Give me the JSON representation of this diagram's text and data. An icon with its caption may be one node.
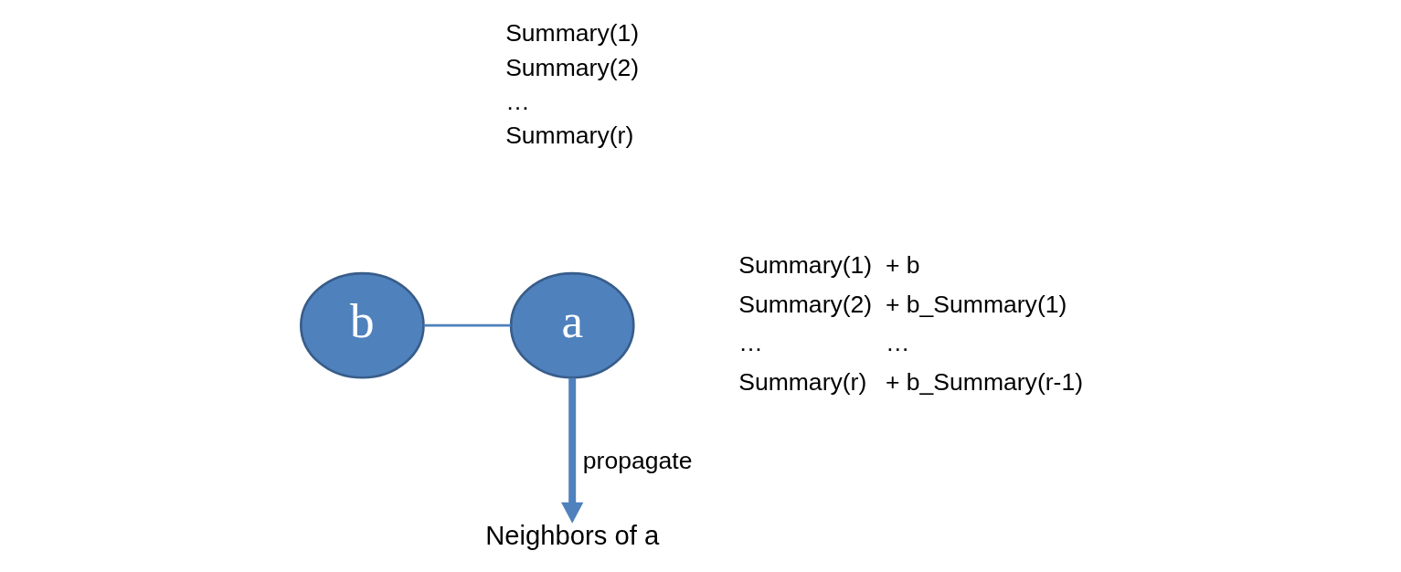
{
  "diagram": {
    "nodes": [
      {
        "text": [
          "b"
        ]
      },
      {
        "text": [
          "a"
        ]
      },
      {
        "text": [
          "Neighbors of a"
        ]
      }
    ],
    "edges": [
      {
        "from": 0,
        "to": 1,
        "arrow": "none"
      },
      {
        "from": 1,
        "to": 2,
        "arrow": "to",
        "label": "propagate",
        "style": "thick"
      }
    ],
    "labels": [
      "Summary(1)",
      "Summary(2)",
      "…",
      "Summary(r)",
      "Summary(1)",
      "+ b",
      "Summary(2)",
      "+ b_Summary(1)",
      "…",
      "…",
      "Summary(r)",
      "+ b_Summary(r-1)"
    ]
  }
}
